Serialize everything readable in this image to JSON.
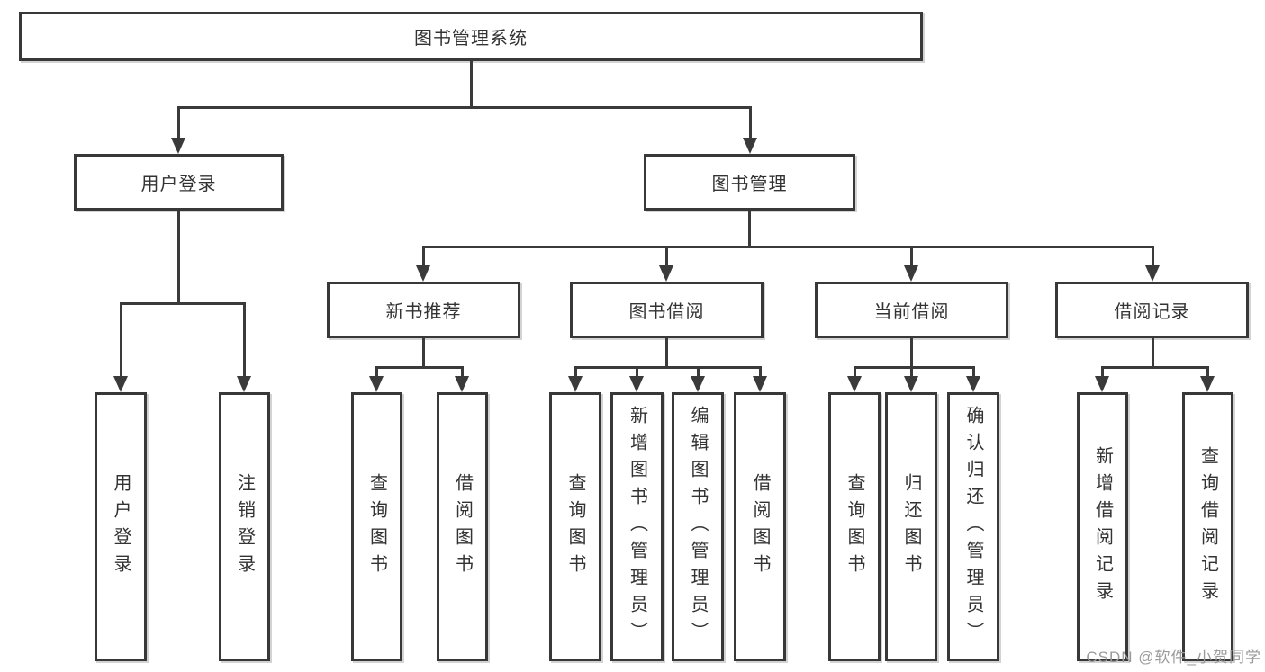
{
  "tree": {
    "root": "图书管理系统",
    "children": [
      {
        "label": "用户登录",
        "leaves": [
          "用户登录",
          "注销登录"
        ]
      },
      {
        "label": "图书管理",
        "children": [
          {
            "label": "新书推荐",
            "leaves": [
              "查询图书",
              "借阅图书"
            ]
          },
          {
            "label": "图书借阅",
            "leaves": [
              "查询图书",
              "新增图书（管理员）",
              "编辑图书（管理员）",
              "借阅图书"
            ]
          },
          {
            "label": "当前借阅",
            "leaves": [
              "查询图书",
              "归还图书",
              "确认归还（管理员）"
            ]
          },
          {
            "label": "借阅记录",
            "leaves": [
              "新增借阅记录",
              "查询借阅记录"
            ]
          }
        ]
      }
    ]
  },
  "watermark": {
    "text": "CSDN @软件_小贺同学"
  },
  "colors": {
    "line": "#3a3a3a",
    "box_border": "#383838",
    "box_fill": "#ffffff",
    "text": "#333333",
    "watermark": "#9b9b9b"
  }
}
